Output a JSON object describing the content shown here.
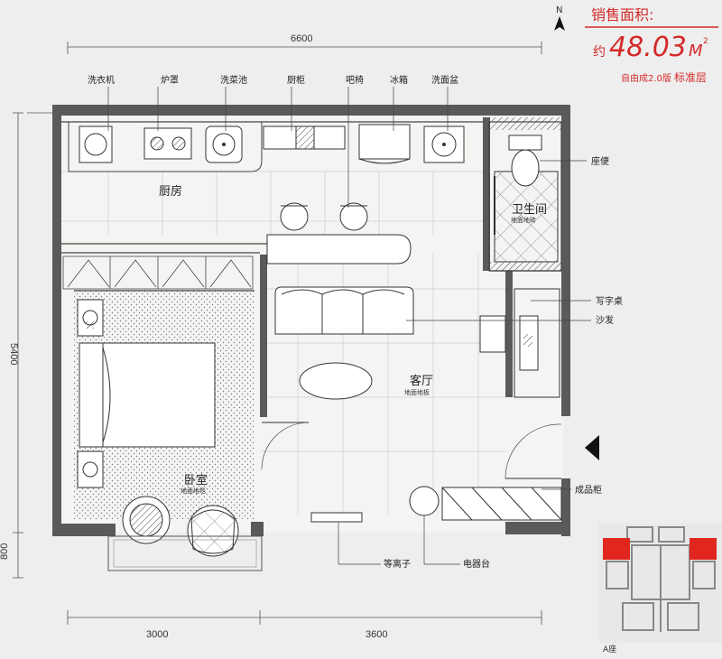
{
  "header": {
    "title": "销售面积:",
    "area_prefix": "约",
    "area_value": "48.03",
    "area_unit": "M",
    "area_sup": "2",
    "subtitle_small": "自由成2.0版",
    "subtitle_big": "标准层",
    "compass": "N"
  },
  "dimensions": {
    "top_width": "6600",
    "left_height": "5400",
    "left_balcony": "800",
    "bottom_left": "3000",
    "bottom_right": "3600"
  },
  "fixtures": {
    "washer": "洗衣机",
    "hood": "炉罩",
    "sink": "洗菜池",
    "cabinet": "厨柜",
    "bar_stool": "吧椅",
    "fridge": "冰箱",
    "basin": "洗面盆",
    "toilet": "座便",
    "desk": "写字桌",
    "sofa": "沙发",
    "display_cabinet": "成品柜",
    "plasma": "等离子",
    "tv_stand": "电器台"
  },
  "rooms": {
    "kitchen": "厨房",
    "bathroom": "卫生间",
    "bathroom_floor": "地面地砖",
    "living": "客厅",
    "living_floor": "地面地板",
    "bedroom": "卧室",
    "bedroom_floor": "地面地毯"
  },
  "keyplan": {
    "label": "A座"
  },
  "colors": {
    "wall": "#5a5a5a",
    "accent_red": "#d42a2a",
    "keyplan_red": "#e0261e",
    "line": "#333333"
  }
}
